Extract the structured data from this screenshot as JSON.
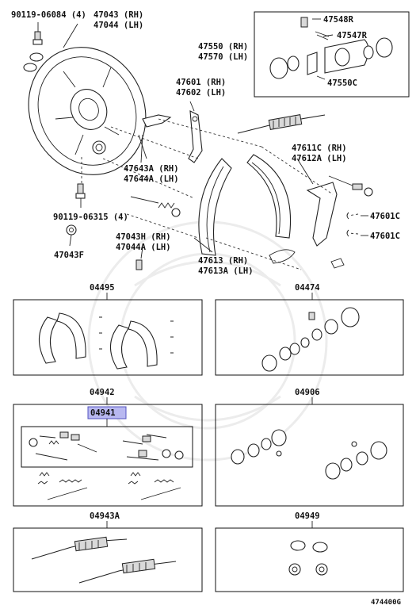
{
  "labels": {
    "l_90119_06084": "90119-06084 (4)",
    "l_47043_rh": "47043 (RH)",
    "l_47044_lh": "47044 (LH)",
    "l_47548r": "47548R",
    "l_47547r": "47547R",
    "l_47550_rh": "47550 (RH)",
    "l_47570_lh": "47570 (LH)",
    "l_47550c": "47550C",
    "l_47601_rh": "47601 (RH)",
    "l_47602_lh": "47602 (LH)",
    "l_47611c_rh": "47611C (RH)",
    "l_47612a_lh": "47612A (LH)",
    "l_47643a_rh": "47643A (RH)",
    "l_47644a_lh": "47644A (LH)",
    "l_90119_06315": "90119-06315 (4)",
    "l_47601c_a": "47601C",
    "l_47601c_b": "47601C",
    "l_47043h_rh": "47043H (RH)",
    "l_47044a_lh": "47044A (LH)",
    "l_47043f": "47043F",
    "l_47613_rh": "47613 (RH)",
    "l_47613a_lh": "47613A (LH)"
  },
  "kits": [
    {
      "id": "04495"
    },
    {
      "id": "04474"
    },
    {
      "id": "04942"
    },
    {
      "id": "04906"
    },
    {
      "id": "04941",
      "highlighted": true
    },
    {
      "id": "04943A"
    },
    {
      "id": "04949"
    }
  ],
  "diagram_code": "474400G",
  "colors": {
    "highlight_fill": "#b8b8f0",
    "highlight_border": "#5555c0",
    "line": "#222222"
  }
}
